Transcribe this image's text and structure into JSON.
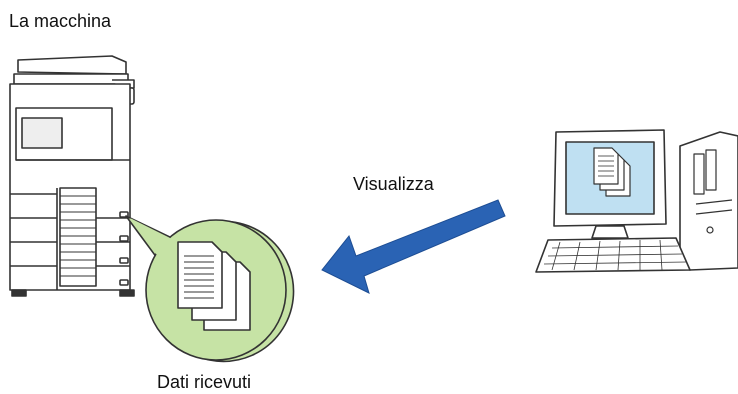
{
  "labels": {
    "machine": "La macchina",
    "action": "Visualizza",
    "received": "Dati ricevuti"
  },
  "colors": {
    "arrow": "#2a63b4",
    "bubble": "#c6e3a5",
    "bubble_stroke": "#333333",
    "screen": "#bfe0f2",
    "device_fill": "#ffffff",
    "device_stroke": "#333333",
    "paper": "#ffffff"
  },
  "icons": [
    "copier-icon",
    "computer-icon",
    "documents-icon",
    "arrow-left-icon"
  ]
}
